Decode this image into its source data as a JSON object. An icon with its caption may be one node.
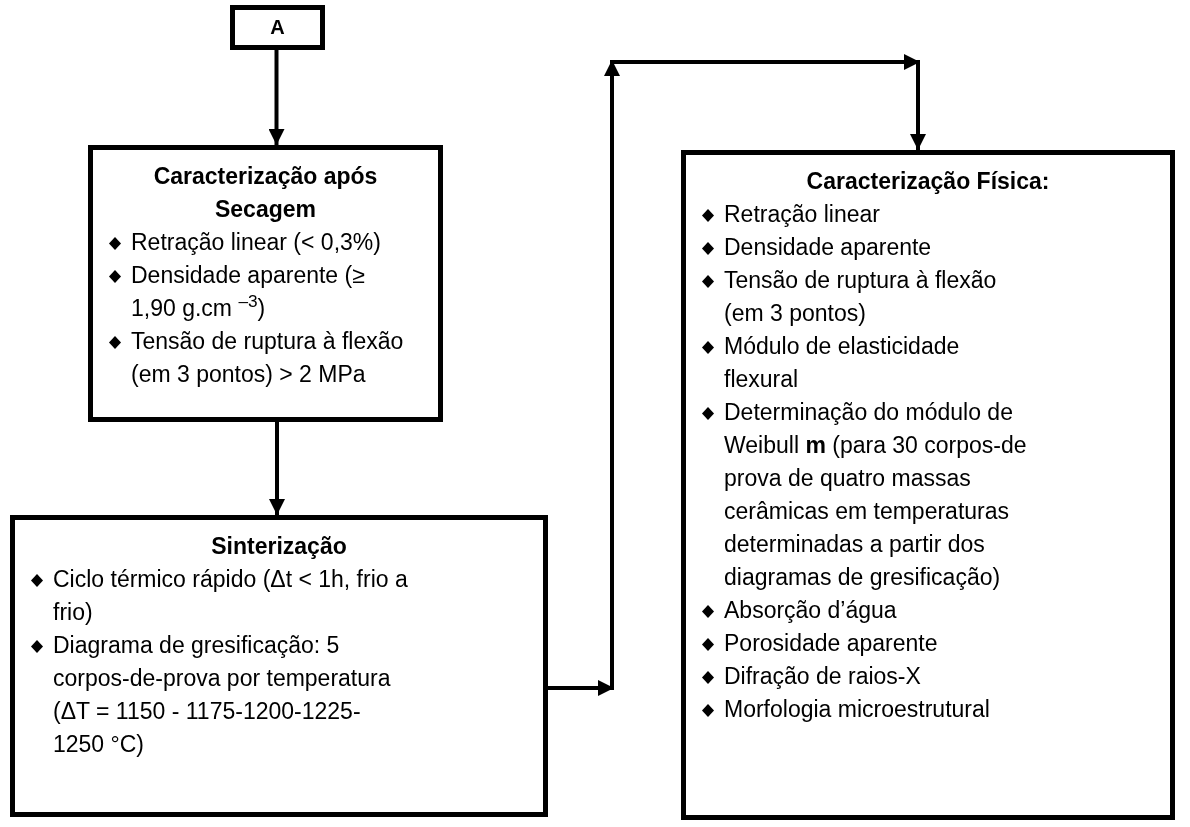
{
  "diagram": {
    "nodes": [
      {
        "text": [
          "A"
        ]
      },
      {
        "text": [
          "Caracterização após Secagem",
          "Retração linear (< 0,3%)",
          "Densidade aparente (≥ 1,90 g.cm $^{–3}$)",
          "Tensão de ruptura à flexão (em 3 pontos) > 2 MPa"
        ]
      },
      {
        "text": [
          "Sinterização",
          "Ciclo térmico rápido (Δt < 1h, frio a frio)",
          "Diagrama de gresificação: 5 corpos-de-prova por temperatura (ΔT = 1150 - 1175-1200-1225-1250 °C)"
        ]
      },
      {
        "text": [
          "Caracterização Física:",
          "Retração linear",
          "Densidade aparente",
          "Tensão de ruptura à flexão (em 3 pontos)",
          "Módulo de elasticidade flexural",
          "Determinação do módulo de Weibull **m** (para 30 corpos-de prova de quatro massas cerâmicas em temperaturas determinadas a partir dos diagramas de gresificação)",
          "Absorção d’água",
          "Porosidade aparente",
          "Difração de raios-X",
          "Morfologia microestrutural"
        ]
      }
    ],
    "edges": [
      {
        "from": 0,
        "to": 1,
        "arrow": "to"
      },
      {
        "from": 1,
        "to": 2,
        "arrow": "to"
      },
      {
        "from": 2,
        "to": 3,
        "arrow": "to"
      }
    ]
  }
}
